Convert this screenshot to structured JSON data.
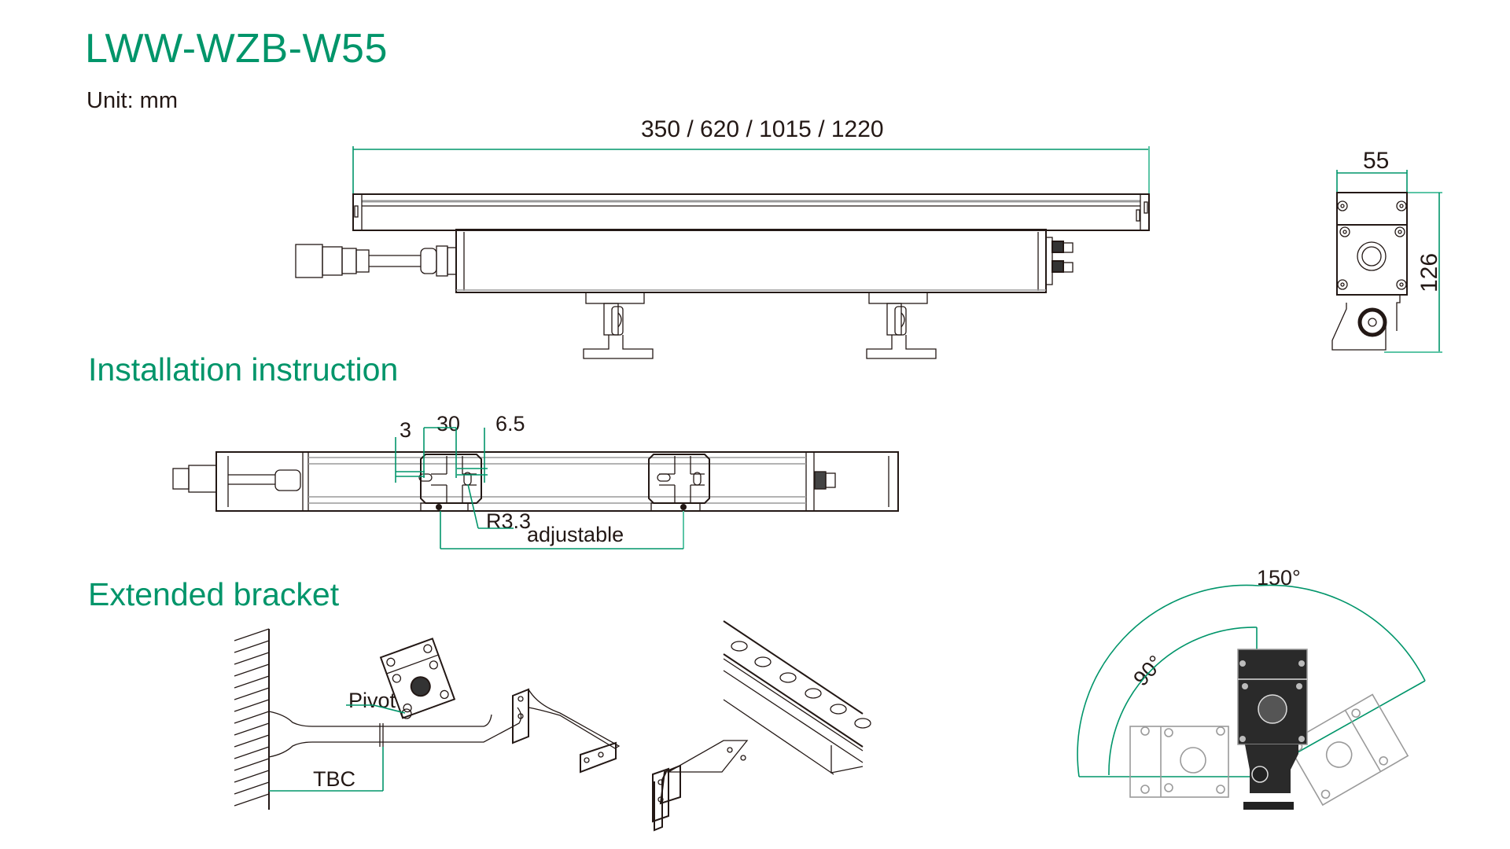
{
  "header": {
    "title": "LWW-WZB-W55",
    "unit_label": "Unit: mm"
  },
  "front_view": {
    "length_dimension": "350 / 620 / 1015 / 1220"
  },
  "side_view": {
    "width_dimension": "55",
    "height_dimension": "126"
  },
  "installation": {
    "heading": "Installation instruction",
    "dim_3": "3",
    "dim_30": "30",
    "dim_6_5": "6.5",
    "radius_label": "R3.3",
    "adjustable_label": "adjustable"
  },
  "extended_bracket": {
    "heading": "Extended bracket",
    "pivot_label": "Pivot",
    "tbc_label": "TBC"
  },
  "rotation": {
    "outer_angle": "150°",
    "inner_angle": "90°"
  },
  "colors": {
    "accent_green": "#00956a",
    "dimension_green": "#00956a",
    "line_black": "#231815"
  }
}
